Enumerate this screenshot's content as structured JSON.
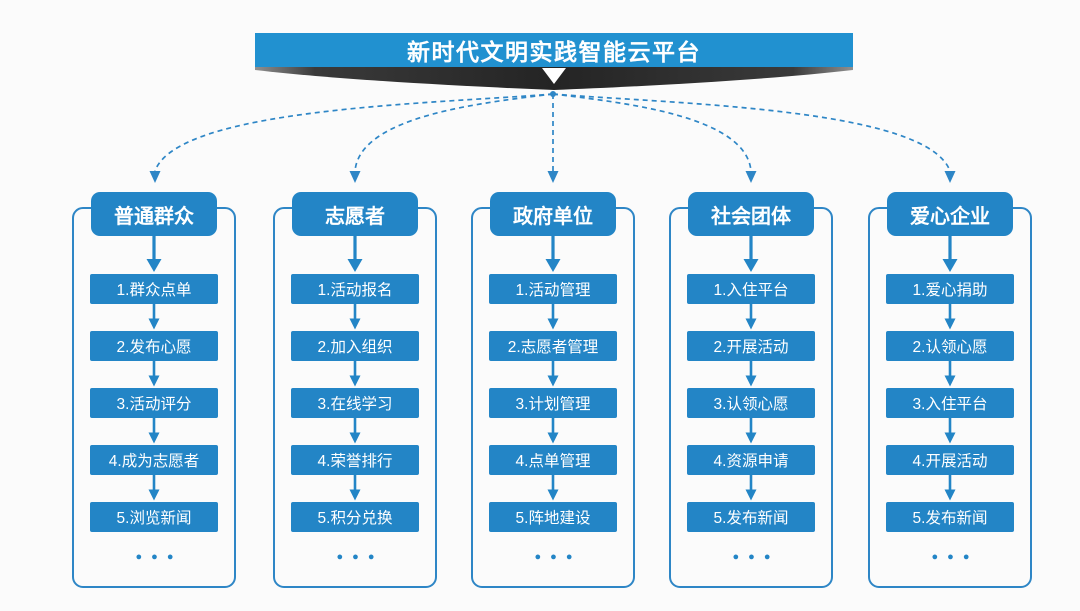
{
  "title": "新时代文明实践智能云平台",
  "more_indicator": "● ● ●",
  "colors": {
    "primary_blue": "#2385C6",
    "banner_blue": "#2191D0",
    "connector_blue": "#2E86C6",
    "ribbon_dark": "#2C2C2C",
    "background": "#FBFBFB",
    "text_on_blue": "#FFFFFF"
  },
  "columns": [
    {
      "header": "普通群众",
      "steps": [
        "1.群众点单",
        "2.发布心愿",
        "3.活动评分",
        "4.成为志愿者",
        "5.浏览新闻"
      ]
    },
    {
      "header": "志愿者",
      "steps": [
        "1.活动报名",
        "2.加入组织",
        "3.在线学习",
        "4.荣誉排行",
        "5.积分兑换"
      ]
    },
    {
      "header": "政府单位",
      "steps": [
        "1.活动管理",
        "2.志愿者管理",
        "3.计划管理",
        "4.点单管理",
        "5.阵地建设"
      ]
    },
    {
      "header": "社会团体",
      "steps": [
        "1.入住平台",
        "2.开展活动",
        "3.认领心愿",
        "4.资源申请",
        "5.发布新闻"
      ]
    },
    {
      "header": "爱心企业",
      "steps": [
        "1.爱心捐助",
        "2.认领心愿",
        "3.入住平台",
        "4.开展活动",
        "5.发布新闻"
      ]
    }
  ]
}
